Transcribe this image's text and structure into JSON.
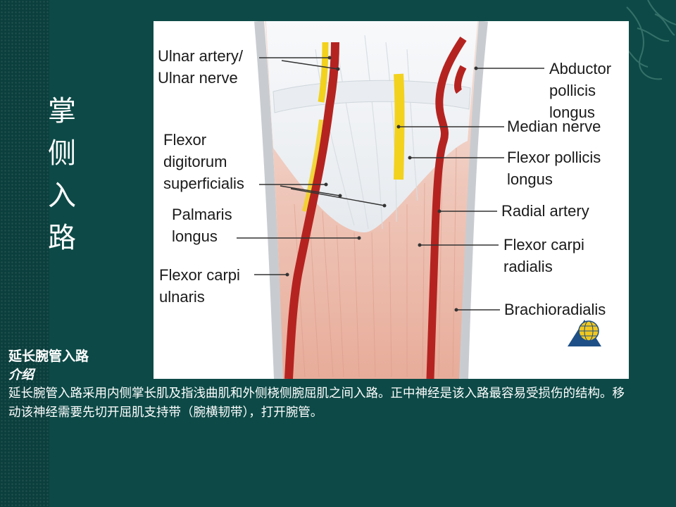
{
  "slide": {
    "vertical_title": [
      "掌",
      "侧",
      "入",
      "路"
    ],
    "section_title": "延长腕管入路",
    "section_subtitle": "介绍",
    "paragraph": "延长腕管入路采用内侧掌长肌及指浅曲肌和外侧桡侧腕屈肌之间入路。正中神经是该入路最容易受损伤的结构。移动该神经需要先切开屈肌支持带（腕横韧带），打开腕管。"
  },
  "figure": {
    "labels": {
      "ulnar_artery_nerve": "Ulnar artery/\nUlnar nerve",
      "fds": "Flexor\ndigitorum\nsuperficialis",
      "palmaris_longus": "Palmaris\nlongus",
      "fcu": "Flexor carpi\nulnaris",
      "apl": "Abductor\npollicis longus",
      "median_nerve": "Median nerve",
      "fpl": "Flexor pollicis\nlongus",
      "radial_artery": "Radial artery",
      "fcr": "Flexor carpi\nradialis",
      "brachioradialis": "Brachioradialis"
    }
  },
  "colors": {
    "background": "#0d4a47",
    "muscle": "#eebfb0",
    "artery": "#b52320",
    "nerve": "#f2d21c",
    "tendon": "#eef1f4"
  },
  "icons": [
    "publisher-logo-icon",
    "decorative-swirl-icon"
  ]
}
